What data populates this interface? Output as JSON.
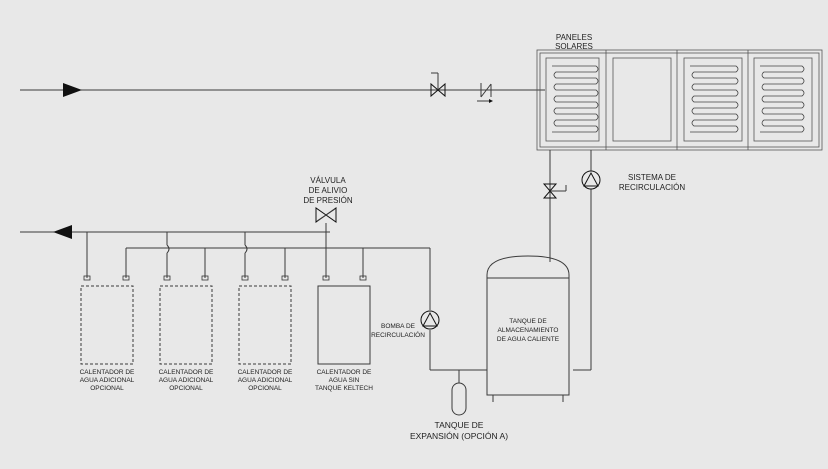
{
  "labels": {
    "solar_panels": [
      "PANELES",
      "SOLARES"
    ],
    "recirc_system": [
      "SISTEMA DE",
      "RECIRCULACIÓN"
    ],
    "relief_valve": [
      "VÁLVULA",
      "DE ALIVIO",
      "DE PRESIÓN"
    ],
    "recirc_pump": [
      "BOMBA DE",
      "RECIRCULACIÓN"
    ],
    "storage_tank": [
      "TANQUE DE",
      "ALMACENAMIENTO",
      "DE AGUA CALIENTE"
    ],
    "expansion_tank": [
      "TANQUE DE",
      "EXPANSIÓN (OPCIÓN A)"
    ],
    "heater_1": [
      "CALENTADOR DE",
      "AGUA ADICIONAL",
      "OPCIONAL"
    ],
    "heater_2": [
      "CALENTADOR DE",
      "AGUA ADICIONAL",
      "OPCIONAL"
    ],
    "heater_3": [
      "CALENTADOR DE",
      "AGUA ADICIONAL",
      "OPCIONAL"
    ],
    "heater_4": [
      "CALENTADOR DE",
      "AGUA SIN",
      "TANQUE KELTECH"
    ]
  },
  "icons": {
    "inlet_arrow": "arrow-right-icon",
    "outlet_arrow": "arrow-left-icon",
    "valve": "gate-valve-icon",
    "check_valve": "check-valve-icon",
    "pump": "pump-icon",
    "relief_valve": "relief-valve-icon"
  },
  "colors": {
    "background": "#e8e8e8",
    "line": "#3a3a3a",
    "text": "#222222"
  }
}
